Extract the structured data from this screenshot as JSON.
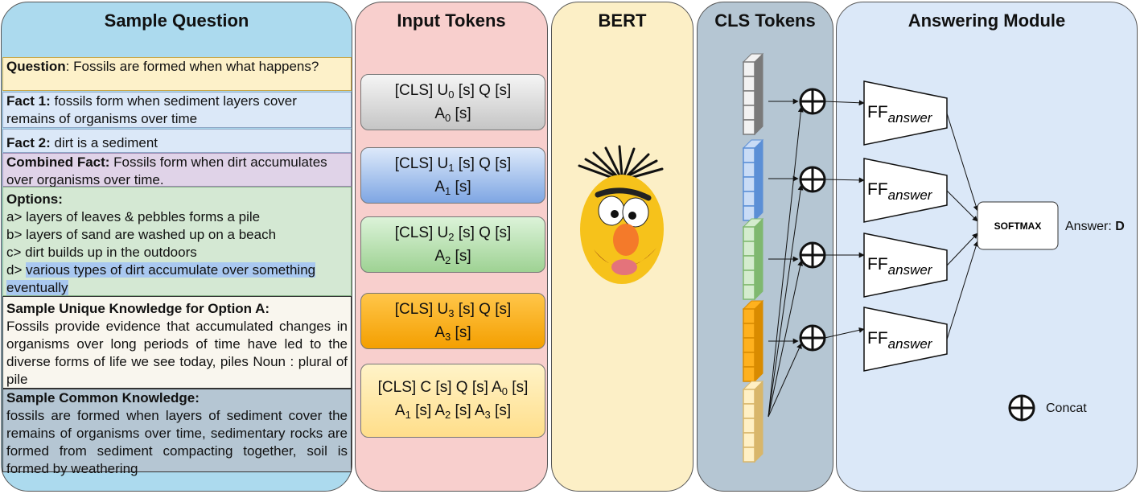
{
  "panels": {
    "sample": "Sample Question",
    "input": "Input Tokens",
    "bert": "BERT",
    "cls": "CLS Tokens",
    "answering": "Answering Module"
  },
  "question": {
    "label": "Question",
    "text": ": Fossils are formed when what happens?"
  },
  "fact1": {
    "label": "Fact 1:",
    "text": "  fossils form when sediment layers cover remains of organisms over time"
  },
  "fact2": {
    "label": "Fact 2:",
    "text": " dirt is a sediment"
  },
  "combined": {
    "label": "Combined Fact:",
    "text": "  Fossils form when dirt accumulates over organisms over time."
  },
  "options": {
    "label": "Options:",
    "a": "a> layers of leaves & pebbles forms a pile",
    "b": "b> layers of sand are washed up on a beach",
    "c": "c> dirt builds up in the outdoors",
    "d_prefix": "d> ",
    "d_text": "various types of dirt accumulate over something eventually"
  },
  "unique": {
    "label": "Sample Unique Knowledge for Option A:",
    "text": "Fossils provide evidence that accumulated changes in organisms over long periods of time have led to the diverse forms of life we see today, piles Noun : plural of pile"
  },
  "common": {
    "label": "Sample Common Knowledge:",
    "text": "fossils are formed when layers of sediment cover the remains of organisms over time, sedimentary rocks are formed from sediment compacting together, soil is formed by weathering"
  },
  "tokens": {
    "t0": {
      "l1a": "[CLS] U",
      "s1": "0",
      "l1b": " [s] Q [s]",
      "l2a": "A",
      "s2": "0",
      "l2b": " [s]"
    },
    "t1": {
      "l1a": "[CLS] U",
      "s1": "1",
      "l1b": " [s] Q [s]",
      "l2a": "A",
      "s2": "1",
      "l2b": " [s]"
    },
    "t2": {
      "l1a": "[CLS] U",
      "s1": "2",
      "l1b": " [s] Q [s]",
      "l2a": "A",
      "s2": "2",
      "l2b": " [s]"
    },
    "t3": {
      "l1a": "[CLS]  U",
      "s1": "3",
      "l1b": " [s] Q [s]",
      "l2a": "A",
      "s2": "3",
      "l2b": " [s]"
    },
    "t4": {
      "l1a": "[CLS] C [s] Q [s] A",
      "s1": "0",
      "l1b": " [s]",
      "l2a": "A",
      "s2": "1",
      "l2b": " [s] A",
      "s3": "2",
      "l2c": " [s]  A",
      "s4": "3",
      "l2d": " [s]"
    }
  },
  "ff": {
    "main": "FF",
    "sub": "answer"
  },
  "softmax": "SOFTMAX",
  "answer": {
    "label": "Answer: ",
    "value": "D"
  },
  "concat": "Concat",
  "cls_colors": {
    "grey": [
      "#f2f2f2",
      "#7a7a7a"
    ],
    "blue": [
      "#c9dcf6",
      "#5b8fd6"
    ],
    "green": [
      "#d4ecce",
      "#7fb86f"
    ],
    "orange": [
      "#ffb11e",
      "#d98b00"
    ],
    "yellow": [
      "#fff0c4",
      "#d8b66a"
    ]
  }
}
